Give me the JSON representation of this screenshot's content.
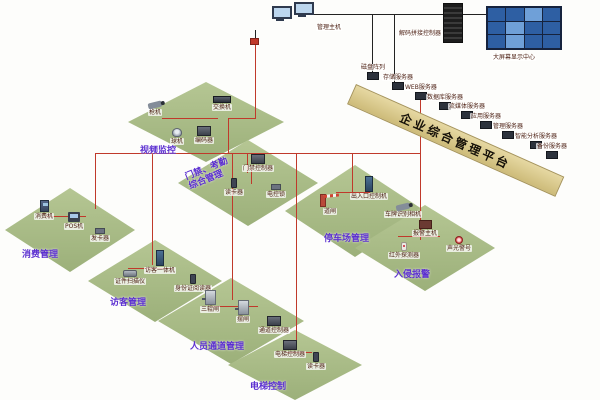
{
  "banner": {
    "label": "企业综合管理平台",
    "color": "#d9c98f"
  },
  "colors": {
    "platform": "#a9bd88",
    "line_red": "#c0392b",
    "line_black": "#222222",
    "platform_label": "#5b2fd0"
  },
  "control_center": {
    "workstation_label": "管理主机",
    "decoder_label": "解码拼接控制器",
    "videowall_label": "大屏幕显示中心"
  },
  "servers": [
    {
      "label": "磁盘阵列"
    },
    {
      "label": "存储服务器"
    },
    {
      "label": "WEB服务器"
    },
    {
      "label": "数据库服务器"
    },
    {
      "label": "流媒体服务器"
    },
    {
      "label": "应用服务器"
    },
    {
      "label": "管理服务器"
    },
    {
      "label": "智能分析服务器"
    },
    {
      "label": "备份服务器"
    }
  ],
  "platforms": [
    {
      "label": "视频监控",
      "devices": [
        {
          "label": "交换机"
        },
        {
          "label": "编码器"
        },
        {
          "label": "枪机"
        },
        {
          "label": "球机"
        }
      ]
    },
    {
      "label": "门禁、考勤",
      "label2": "综合管理",
      "devices": [
        {
          "label": "门禁控制器"
        },
        {
          "label": "读卡器"
        },
        {
          "label": "电控锁"
        }
      ]
    },
    {
      "label": "停车场管理",
      "devices": [
        {
          "label": "出入口控制机"
        },
        {
          "label": "道闸"
        },
        {
          "label": "车牌识别相机"
        }
      ]
    },
    {
      "label": "入侵报警",
      "devices": [
        {
          "label": "报警主机"
        },
        {
          "label": "红外探测器"
        },
        {
          "label": "声光警号"
        }
      ]
    },
    {
      "label": "消费管理",
      "devices": [
        {
          "label": "消费机"
        },
        {
          "label": "POS机"
        },
        {
          "label": "发卡器"
        }
      ]
    },
    {
      "label": "访客管理",
      "devices": [
        {
          "label": "访客一体机"
        },
        {
          "label": "证件扫描仪"
        },
        {
          "label": "身份证阅读器"
        }
      ]
    },
    {
      "label": "人员通道管理",
      "devices": [
        {
          "label": "三辊闸"
        },
        {
          "label": "摆闸"
        },
        {
          "label": "通道控制器"
        }
      ]
    },
    {
      "label": "电梯控制",
      "devices": [
        {
          "label": "电梯控制器"
        },
        {
          "label": "读卡器"
        }
      ]
    }
  ]
}
